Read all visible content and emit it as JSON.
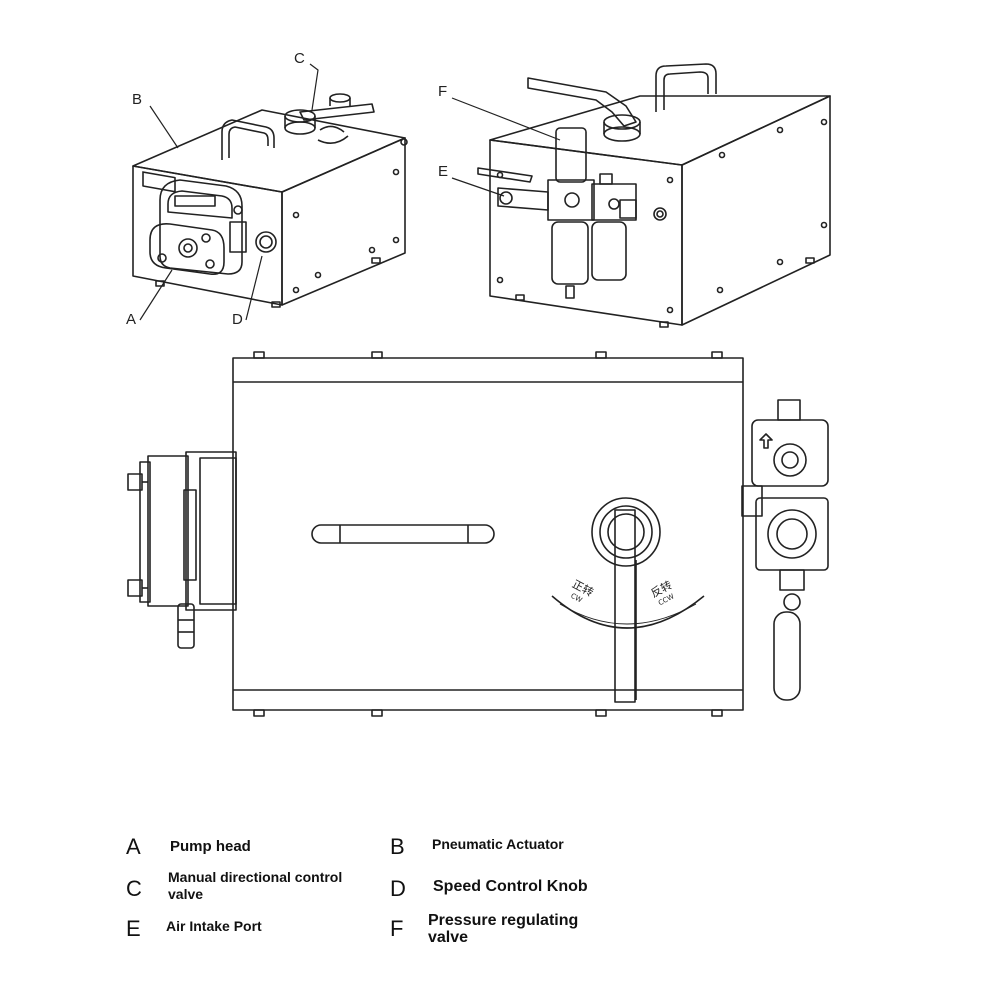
{
  "callouts": {
    "a": "A",
    "b": "B",
    "c": "C",
    "d": "D",
    "e": "E",
    "f": "F"
  },
  "dial": {
    "cw_cn": "正转",
    "cw_en": "CW",
    "ccw_cn": "反转",
    "ccw_en": "CCW"
  },
  "legend": [
    {
      "letter": "A",
      "text": "Pump head"
    },
    {
      "letter": "B",
      "text": "Pneumatic Actuator"
    },
    {
      "letter": "C",
      "text": "Manual directional control valve"
    },
    {
      "letter": "D",
      "text": "Speed Control Knob"
    },
    {
      "letter": "E",
      "text": "Air Intake Port"
    },
    {
      "letter": "F",
      "text": "Pressure regulating valve"
    }
  ],
  "colors": {
    "line": "#222222",
    "background": "#ffffff"
  }
}
